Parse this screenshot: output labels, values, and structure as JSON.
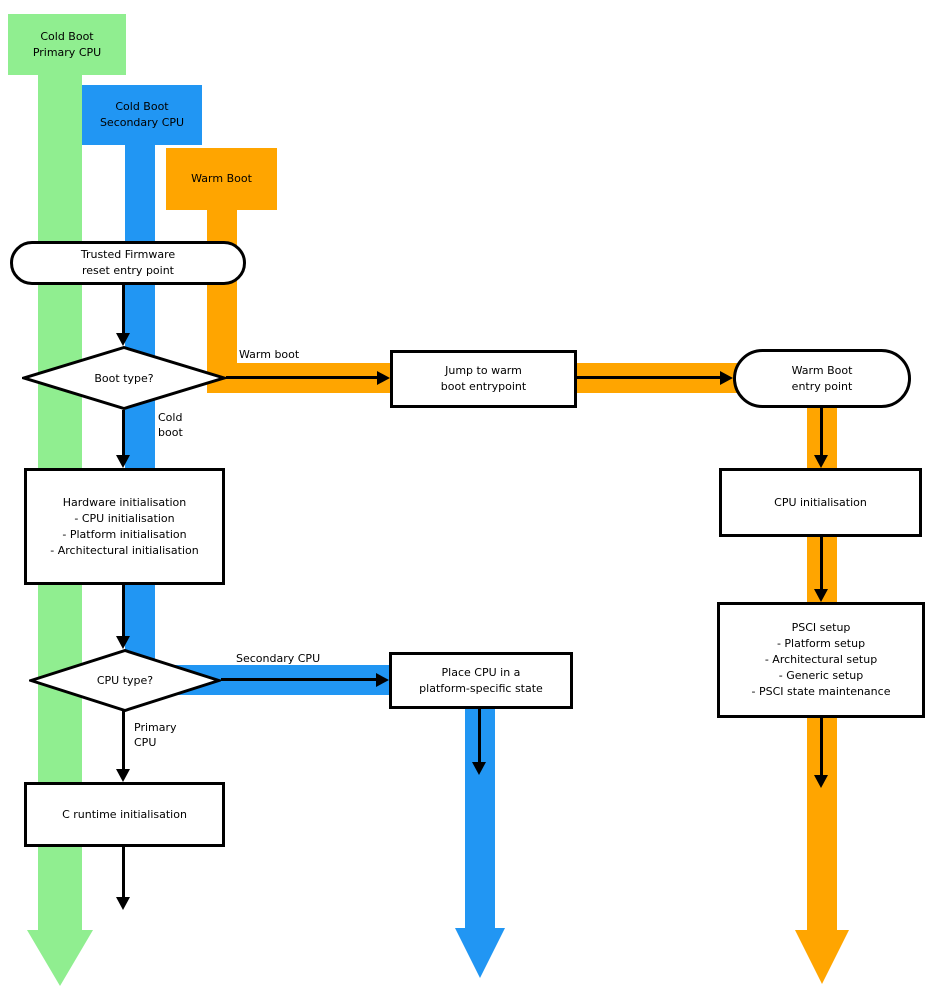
{
  "colors": {
    "green": "#90EE90",
    "blue": "#2196F3",
    "orange": "#FFA500"
  },
  "legend": {
    "cold_boot_primary": "Cold Boot\nPrimary CPU",
    "cold_boot_secondary": "Cold Boot\nSecondary CPU",
    "warm_boot": "Warm Boot"
  },
  "nodes": {
    "reset_entry": "Trusted Firmware\nreset entry point",
    "boot_type": "Boot type?",
    "jump_warm": "Jump to warm\nboot entrypoint",
    "warm_entry": "Warm Boot\nentry point",
    "hardware_init": "Hardware initialisation\n- CPU initialisation\n- Platform initialisation\n- Architectural initialisation",
    "cpu_init": "CPU initialisation",
    "psci_setup": "PSCI setup\n- Platform setup\n- Architectural setup\n- Generic setup\n- PSCI state maintenance",
    "cpu_type": "CPU type?",
    "place_cpu": "Place CPU in a\nplatform-specific state",
    "c_runtime": "C runtime initialisation"
  },
  "edge_labels": {
    "warm_boot": "Warm boot",
    "cold_boot": "Cold\nboot",
    "secondary_cpu": "Secondary CPU",
    "primary_cpu": "Primary\nCPU"
  }
}
